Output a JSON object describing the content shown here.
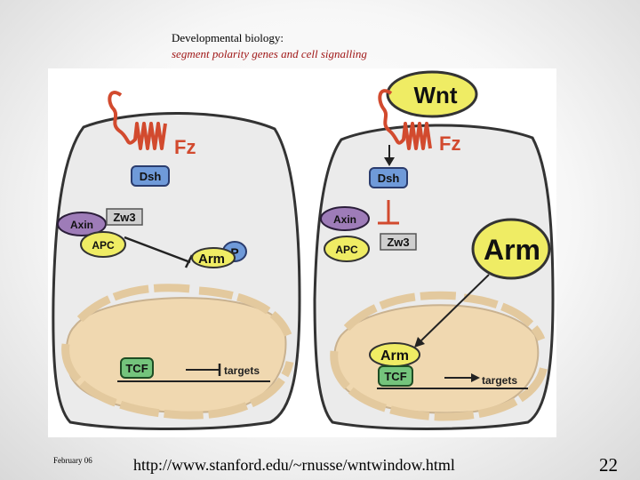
{
  "slide": {
    "title": "Developmental biology:",
    "subtitle": "segment polarity genes and cell signalling",
    "footer_date": "February 06",
    "footer_url": "http://www.stanford.edu/~rnusse/wntwindow.html",
    "page_number": "22"
  },
  "diagram": {
    "left_cell": {
      "receptor": "Fz",
      "dsh": "Dsh",
      "axin": "Axin",
      "zw3": "Zw3",
      "apc": "APC",
      "arm": "Arm",
      "phospho": "P",
      "tcf": "TCF",
      "targets": "targets"
    },
    "right_cell": {
      "ligand": "Wnt",
      "receptor": "Fz",
      "dsh": "Dsh",
      "axin": "Axin",
      "apc": "APC",
      "zw3": "Zw3",
      "arm_cytoplasm": "Arm",
      "arm_nucleus": "Arm",
      "tcf": "TCF",
      "targets": "targets"
    }
  },
  "colors": {
    "receptor_red": "#d24a2e",
    "membrane_gray": "#ebebeb",
    "nucleus_tan": "#f0d8b0",
    "dsh_blue": "#6f9ad9",
    "axin_purple": "#9e7cb8",
    "apc_yellow": "#efec64",
    "tcf_green": "#74c47c",
    "zw3_gray": "#cfcfcf",
    "subtitle_red": "#a01818"
  }
}
